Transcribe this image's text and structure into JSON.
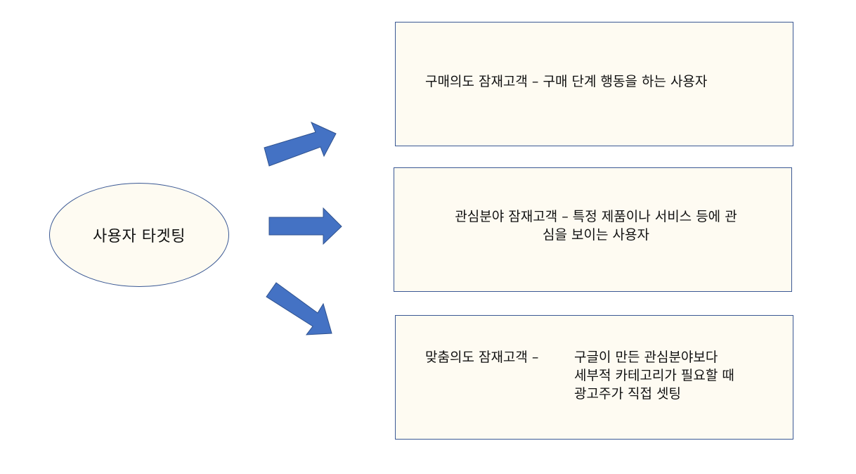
{
  "colors": {
    "fill": "#fefbf2",
    "border": "#3a5894",
    "arrow": "#4472c4",
    "arrow_outline": "#2f528f"
  },
  "center": {
    "label": "사용자 타겟팅"
  },
  "boxes": [
    {
      "line1": "구매의도 잠재고객 – 구매 단계 행동을 하는 사용자"
    },
    {
      "line1": "관심분야 잠재고객 – 특정 제품이나 서비스 등에 관",
      "line2": "심을 보이는 사용자"
    },
    {
      "title": "맞춤의도 잠재고객 –",
      "lines": [
        "구글이 만든 관심분야보다",
        "세부적 카테고리가 필요할 때",
        "광고주가 직접 셋팅"
      ]
    }
  ]
}
